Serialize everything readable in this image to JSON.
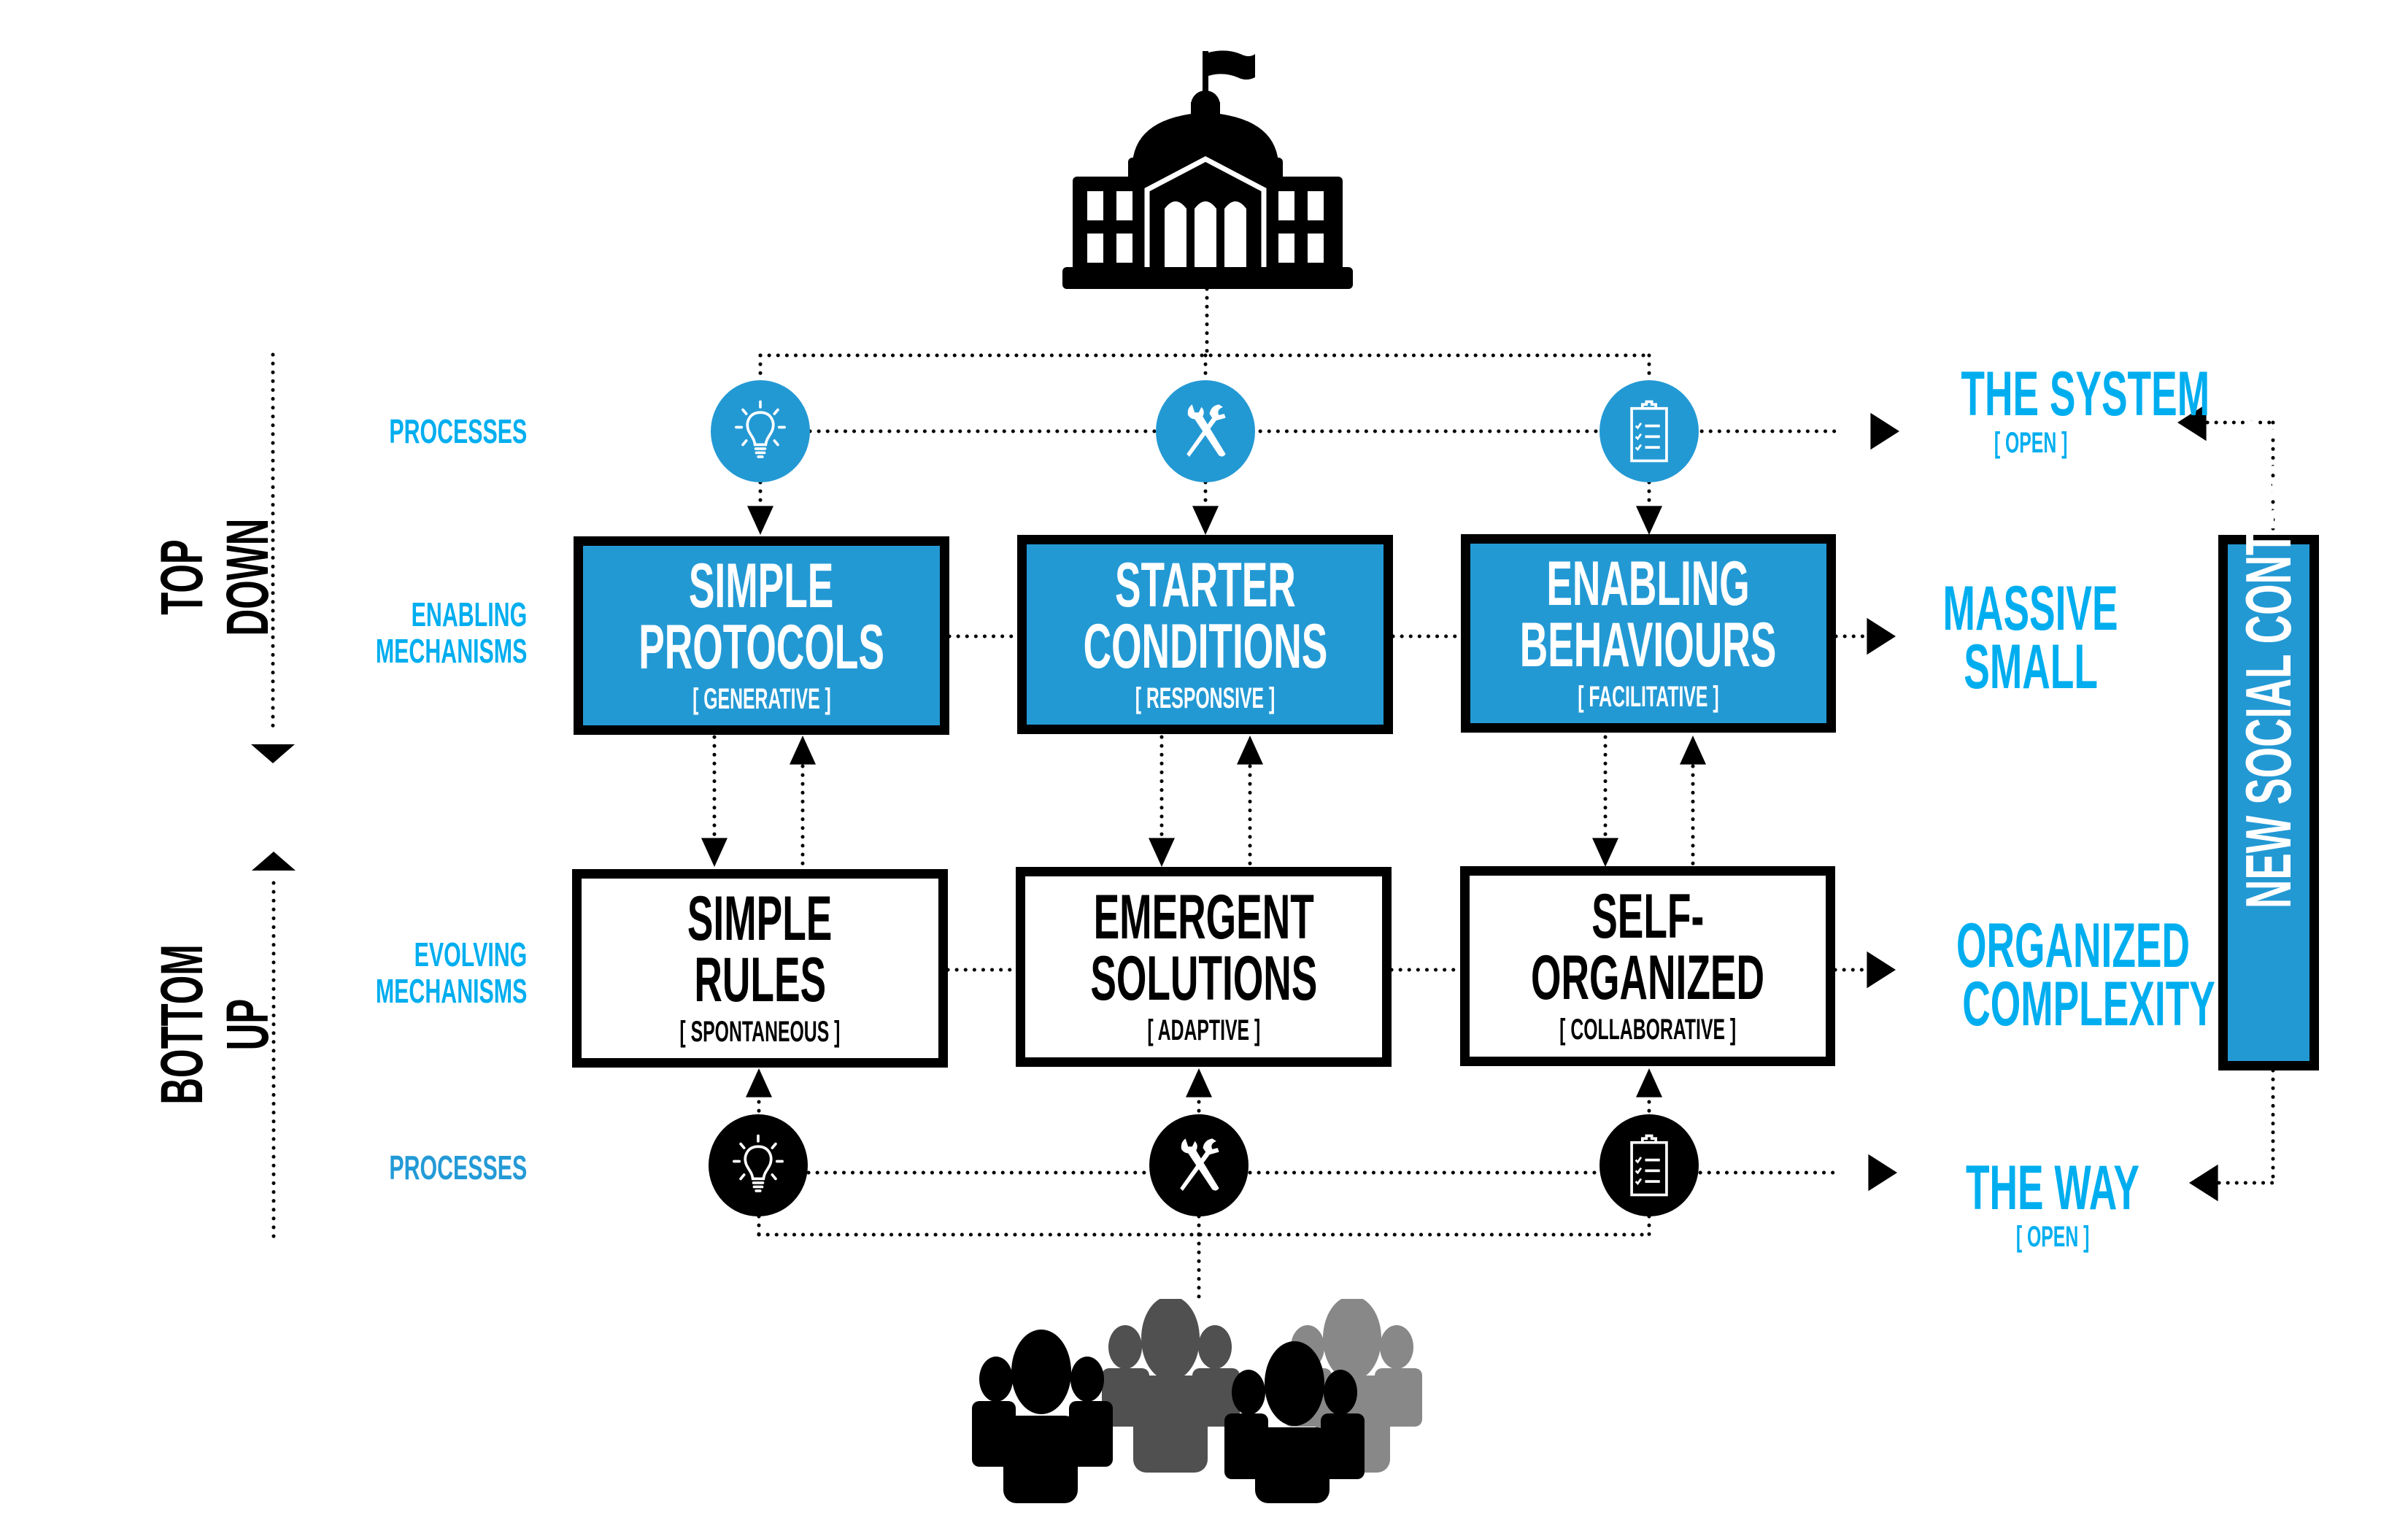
{
  "colors": {
    "box_blue": "#2399D4",
    "label_cyan": "#00AEEF",
    "label_blue_dark": "#239AD6",
    "black": "#000000",
    "people_dark_gray": "#505050",
    "people_light_gray": "#888888"
  },
  "top_icon": "government-building-icon",
  "bottom_icon": "people-group-icon",
  "side_labels": {
    "top_down": "TOP DOWN",
    "bottom_up": "BOTTOM UP"
  },
  "row_labels": {
    "processes_top": "PROCESSES",
    "enabling_mechanisms": [
      "ENABLING",
      "MECHANISMS"
    ],
    "evolving_mechanisms": [
      "EVOLVING",
      "MECHANISMS"
    ],
    "processes_bottom": "PROCESSES"
  },
  "process_icons": [
    "lightbulb-icon",
    "tools-icon",
    "clipboard-checklist-icon"
  ],
  "enabling_boxes": [
    {
      "title": [
        "SIMPLE",
        "PROTOCOLS"
      ],
      "subtitle": "[ GENERATIVE ]"
    },
    {
      "title": [
        "STARTER",
        "CONDITIONS"
      ],
      "subtitle": "[ RESPONSIVE ]"
    },
    {
      "title": [
        "ENABLING",
        "BEHAVIOURS"
      ],
      "subtitle": "[ FACILITATIVE ]"
    }
  ],
  "evolving_boxes": [
    {
      "title": [
        "SIMPLE",
        "RULES"
      ],
      "subtitle": "[ SPONTANEOUS ]"
    },
    {
      "title": [
        "EMERGENT",
        "SOLUTIONS"
      ],
      "subtitle": "[ ADAPTIVE ]"
    },
    {
      "title": [
        "SELF-",
        "ORGANIZED"
      ],
      "subtitle": "[ COLLABORATIVE ]"
    }
  ],
  "outcomes": {
    "the_system": {
      "title": "THE SYSTEM",
      "subtitle": "[ OPEN ]"
    },
    "massive_small": [
      "MASSIVE",
      "SMALL"
    ],
    "organized_complexity": [
      "ORGANIZED",
      "COMPLEXITY"
    ],
    "the_way": {
      "title": "THE WAY",
      "subtitle": "[ OPEN ]"
    }
  },
  "new_social_contract": "NEW SOCIAL CONTRACT"
}
